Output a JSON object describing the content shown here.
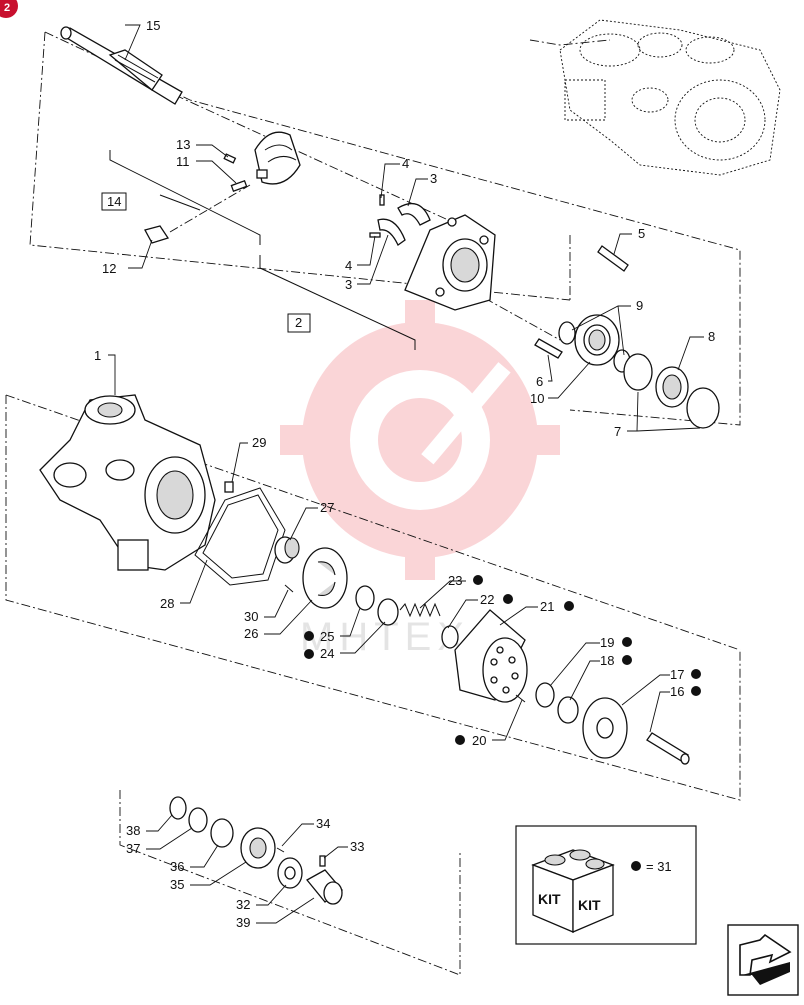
{
  "page_badge": "2",
  "callouts": {
    "c15": "15",
    "c13": "13",
    "c11": "11",
    "c14": "14",
    "c12": "12",
    "c4a": "4",
    "c3a": "3",
    "c4b": "4",
    "c3b": "3",
    "c2": "2",
    "c5": "5",
    "c9": "9",
    "c8": "8",
    "c6": "6",
    "c10": "10",
    "c7": "7",
    "c1": "1",
    "c29": "29",
    "c27": "27",
    "c28": "28",
    "c30": "30",
    "c26": "26",
    "c25": "25",
    "c24": "24",
    "c23": "23",
    "c22": "22",
    "c21": "21",
    "c19": "19",
    "c18": "18",
    "c17": "17",
    "c16": "16",
    "c20": "20",
    "c38": "38",
    "c37": "37",
    "c36": "36",
    "c35": "35",
    "c34": "34",
    "c33": "33",
    "c32": "32",
    "c39": "39"
  },
  "kit_legend": {
    "label_left": "KIT",
    "label_right": "KIT",
    "equals": "= 31"
  },
  "watermark": "МНТЕХ",
  "colors": {
    "badge": "#c8102e",
    "watermark": "#f7b3b8"
  }
}
